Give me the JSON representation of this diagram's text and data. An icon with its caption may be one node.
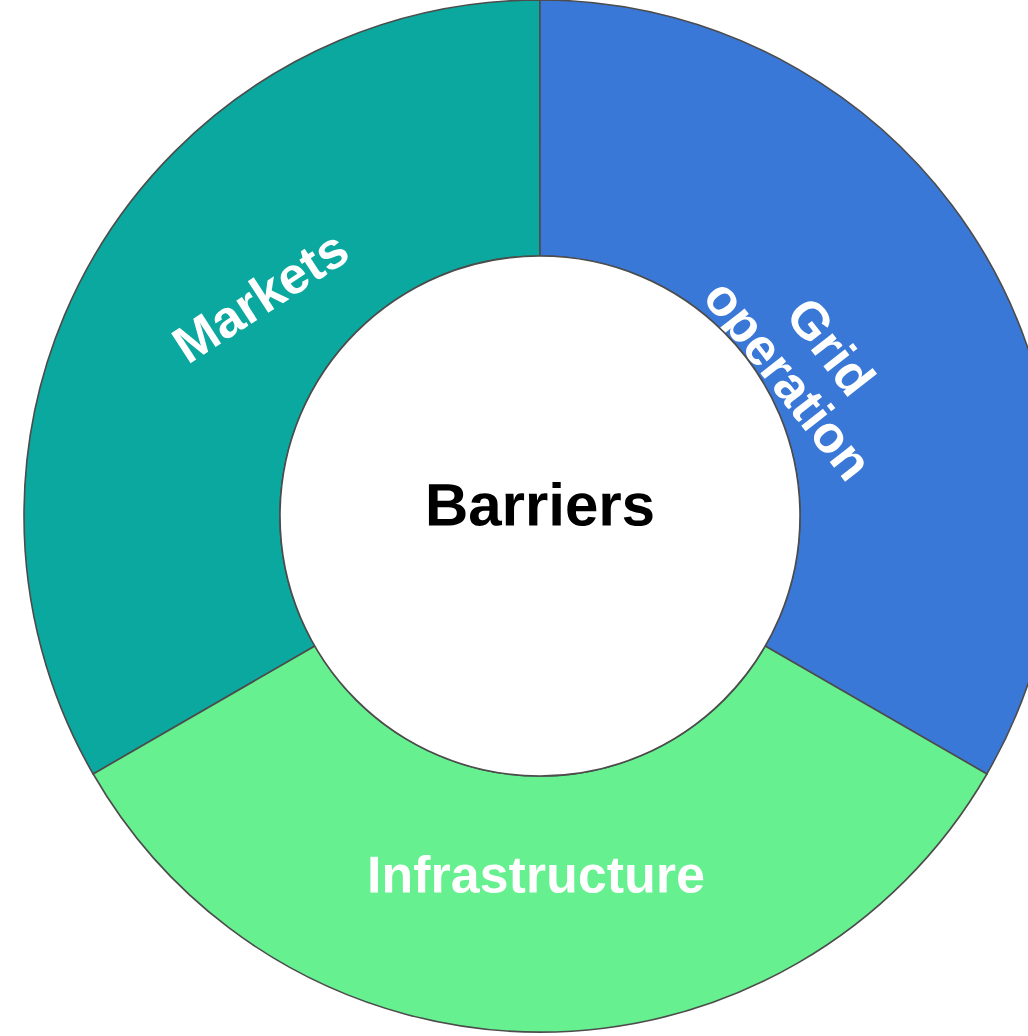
{
  "diagram": {
    "nodes": [
      {
        "text": [
          "Barriers"
        ]
      },
      {
        "text": [
          "Markets"
        ]
      },
      {
        "text": [
          "Grid operation"
        ]
      },
      {
        "text": [
          "Infrastructure"
        ]
      }
    ]
  }
}
